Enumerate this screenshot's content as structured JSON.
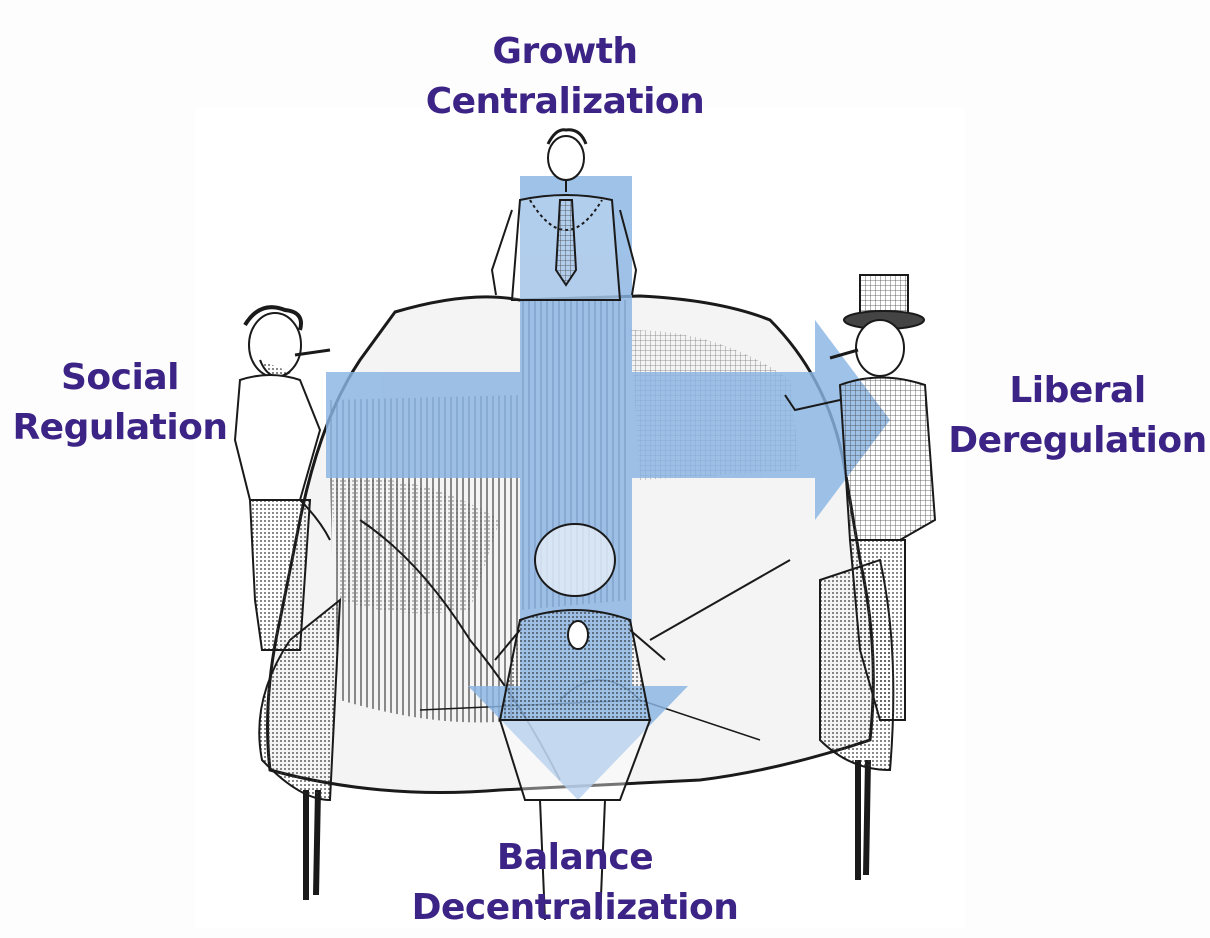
{
  "axes": {
    "top": {
      "line1": "Growth",
      "line2": "Centralization"
    },
    "left": {
      "line1": "Social",
      "line2": "Regulation"
    },
    "right": {
      "line1": "Liberal",
      "line2": "Deregulation"
    },
    "bottom": {
      "line1": "Balance",
      "line2": "Decentralization"
    }
  },
  "colors": {
    "label": "#3c2386",
    "arrow": "#8ab4e4",
    "ink": "#1a1a1a"
  },
  "icons": {
    "arrows": "four-direction-cross-arrow",
    "figures": [
      "man-with-chain-figure",
      "worker-with-cigarette-figure",
      "man-in-top-hat-figure",
      "woman-figure"
    ]
  }
}
